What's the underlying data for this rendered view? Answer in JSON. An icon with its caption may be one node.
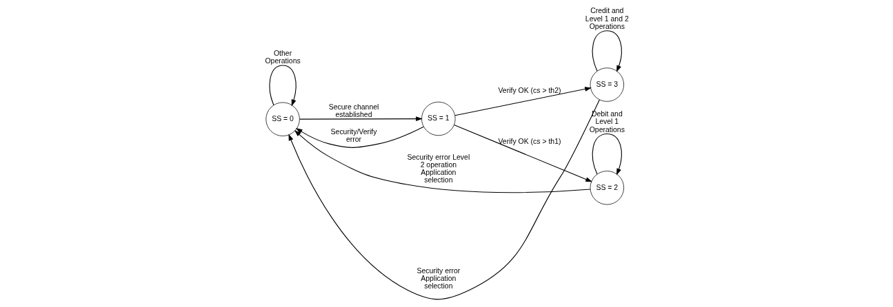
{
  "diagram": {
    "nodes": [
      {
        "text": [
          "SS = 0"
        ]
      },
      {
        "text": [
          "SS = 1"
        ]
      },
      {
        "text": [
          "SS = 2"
        ]
      },
      {
        "text": [
          "SS = 3"
        ]
      }
    ],
    "edges": [
      {
        "from": 0,
        "to": 1,
        "arrow": "to",
        "label": "Secure channel established"
      },
      {
        "from": 1,
        "to": 0,
        "arrow": "to",
        "label": "Security/Verify error"
      },
      {
        "from": 1,
        "to": 3,
        "arrow": "to",
        "label": "Verify OK (cs > th2)"
      },
      {
        "from": 1,
        "to": 2,
        "arrow": "to",
        "label": "Verify OK (cs > th1)"
      },
      {
        "from": 3,
        "to": 0,
        "arrow": "to",
        "label": "Security error Application selection"
      },
      {
        "from": 2,
        "to": 0,
        "arrow": "to",
        "label": "Security error Level 2 operation Application selection"
      },
      {
        "from": 0,
        "to": 0,
        "arrow": "to",
        "label": "Other Operations"
      },
      {
        "from": 3,
        "to": 3,
        "arrow": "to",
        "label": "Credit and Level 1 and 2 Operations"
      },
      {
        "from": 2,
        "to": 2,
        "arrow": "to",
        "label": "Debit and Level 1 Operations"
      }
    ]
  }
}
